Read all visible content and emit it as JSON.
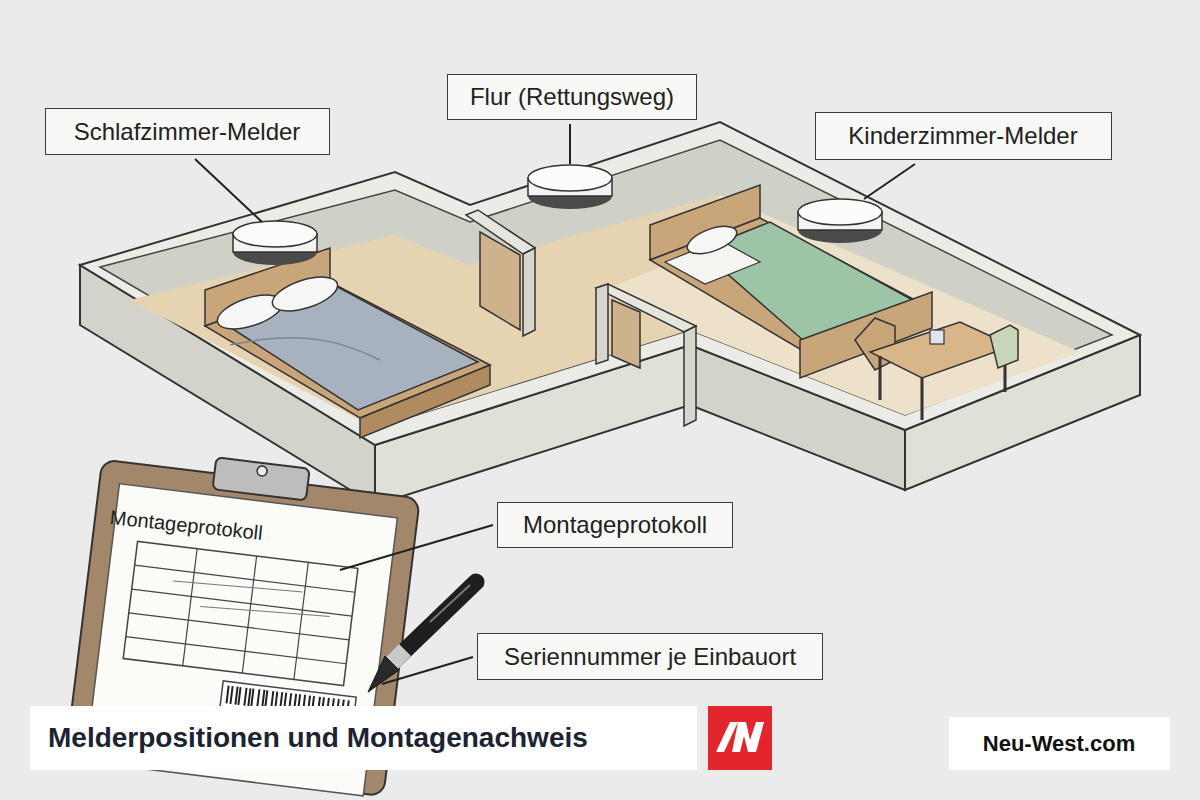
{
  "diagram": {
    "title": "Melderpositionen und Montagenachweis",
    "nodes": [
      {
        "text": [
          "Schlafzimmer-Melder"
        ]
      },
      {
        "text": [
          "Flur (Rettungsweg)"
        ]
      },
      {
        "text": [
          "Kinderzimmer-Melder"
        ]
      },
      {
        "text": [
          "Montageprotokoll"
        ]
      },
      {
        "text": [
          "Seriennummer je Einbauort"
        ]
      },
      {
        "text": [
          "Neu-West.com"
        ]
      }
    ],
    "labels": [
      "Montageprotokoll"
    ]
  }
}
